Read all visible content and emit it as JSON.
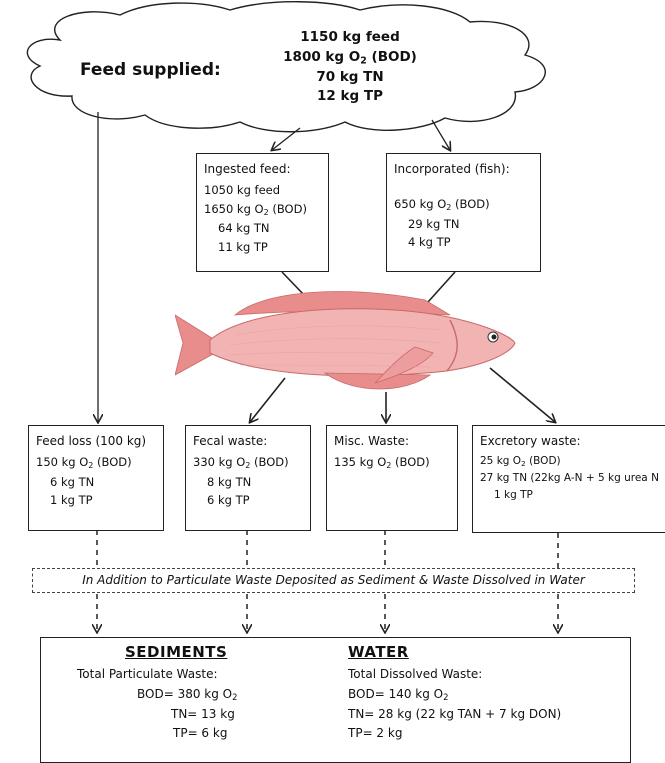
{
  "cloud": {
    "label": "Feed supplied:",
    "lines": [
      "1150 kg feed",
      "1800 kg O",
      "70 kg TN",
      "12 kg TP"
    ],
    "bod_sub": "2",
    "bod_suffix": " (BOD)"
  },
  "ingested": {
    "title": "Ingested feed:",
    "l1": "1050 kg feed",
    "l2a": "1650 kg O",
    "l2sub": "2",
    "l2b": " (BOD)",
    "l3": "64 kg TN",
    "l4": "11 kg TP"
  },
  "incorporated": {
    "title": "Incorporated (fish):",
    "l1a": "650 kg O",
    "l1sub": "2",
    "l1b": " (BOD)",
    "l2": "29 kg TN",
    "l3": "4 kg TP"
  },
  "feed_loss": {
    "title": "Feed loss (100 kg)",
    "l1a": "150 kg O",
    "l1sub": "2",
    "l1b": " (BOD)",
    "l2": "6 kg TN",
    "l3": "1 kg TP"
  },
  "fecal": {
    "title": "Fecal waste:",
    "l1a": "330 kg O",
    "l1sub": "2",
    "l1b": " (BOD)",
    "l2": "8 kg TN",
    "l3": "6 kg TP"
  },
  "misc": {
    "title": "Misc. Waste:",
    "l1a": "135 kg O",
    "l1sub": "2",
    "l1b": " (BOD)"
  },
  "excretory": {
    "title": "Excretory waste:",
    "l1a": "25 kg O",
    "l1sub": "2",
    "l1b": " (BOD)",
    "l2": "27 kg TN (22kg A-N + 5 kg urea N",
    "l3": "1 kg TP"
  },
  "band": {
    "text": "In Addition to Particulate Waste Deposited as Sediment & Waste Dissolved in Water"
  },
  "sediments": {
    "heading": "SEDIMENTS",
    "sub": "Total Particulate Waste:",
    "bod_a": "BOD= 380 kg O",
    "bod_sub": "2",
    "tn": "TN= 13 kg",
    "tp": "TP= 6 kg"
  },
  "water": {
    "heading": "WATER",
    "sub": "Total Dissolved Waste:",
    "bod_a": "BOD= 140 kg O",
    "bod_sub": "2",
    "tn": "TN= 28 kg (22 kg TAN + 7 kg DON)",
    "tp": "TP= 2 kg"
  },
  "colors": {
    "line": "#222222",
    "fish_body": "#f2b3b3",
    "fish_fin": "#e98c8c"
  }
}
